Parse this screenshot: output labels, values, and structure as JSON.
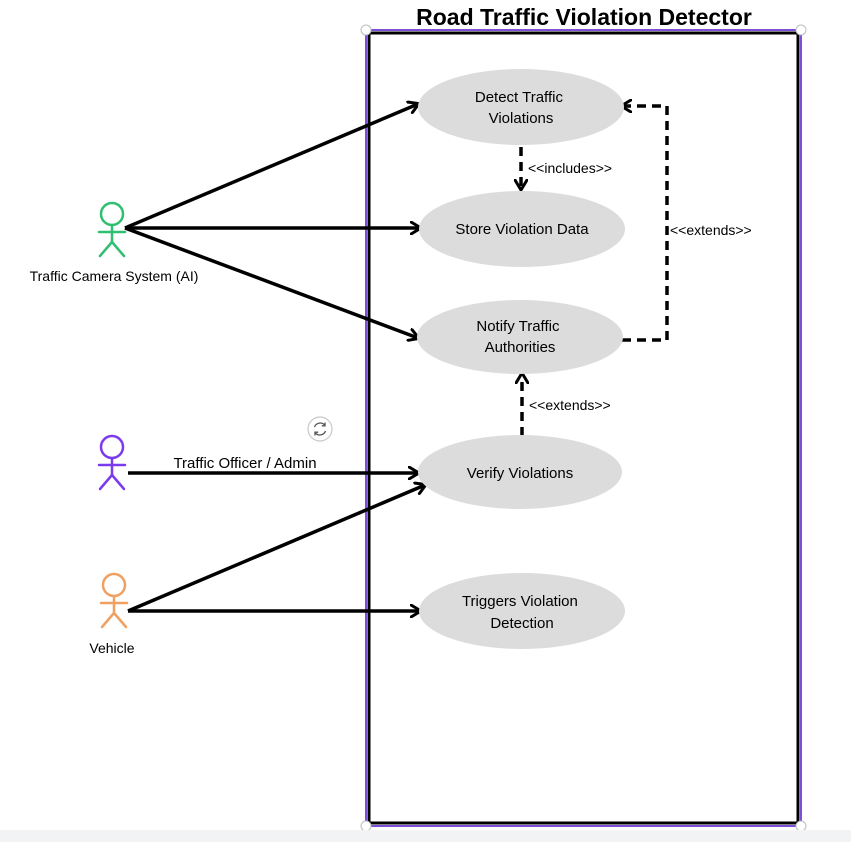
{
  "title": "Road Traffic Violation Detector",
  "colors": {
    "background": "#ffffff",
    "boundary_stroke": "#000000",
    "boundary_selection": "#7b4fd8",
    "use_case_fill": "#dcdcdc",
    "camera_actor": "#2fbf71",
    "officer_actor": "#7c3aed",
    "vehicle_actor": "#f0a060",
    "connector": "#000000"
  },
  "actors": {
    "camera": {
      "label": "Traffic Camera System (AI)",
      "icon": "stick-figure-icon"
    },
    "officer": {
      "label": "Traffic Officer / Admin",
      "icon": "stick-figure-icon"
    },
    "vehicle": {
      "label": "Vehicle",
      "icon": "stick-figure-icon"
    }
  },
  "use_cases": {
    "detect": [
      "Detect Traffic",
      "Violations"
    ],
    "store": [
      "Store Violation Data"
    ],
    "notify": [
      "Notify Traffic",
      "Authorities"
    ],
    "verify": [
      "Verify Violations"
    ],
    "triggers": [
      "Triggers Violation",
      "Detection"
    ]
  },
  "relations": {
    "includes": "<<includes>>",
    "extends_notify_detect": "<<extends>>",
    "extends_verify_notify": "<<extends>>"
  },
  "toolbar": {
    "rotate_icon": "rotate-icon"
  }
}
